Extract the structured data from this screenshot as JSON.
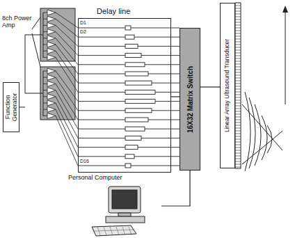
{
  "diagram": {
    "nodes": [
      {
        "text": [
          "Function Generator"
        ]
      },
      {
        "text": [
          "Delay line"
        ]
      },
      {
        "text": [
          "16X32 Matrix Switch"
        ]
      },
      {
        "text": [
          "Linear Array Ultrasound Transducer"
        ]
      },
      {
        "text": [
          "Personal Computer"
        ]
      }
    ],
    "edges": [
      {
        "from": 1,
        "to": 2,
        "arrow": "none"
      },
      {
        "from": 2,
        "to": 3,
        "arrow": "none"
      },
      {
        "from": 4,
        "to": 2,
        "arrow": "none"
      }
    ],
    "labels": [
      "8ch Power Amp",
      "D1",
      "D2",
      "D16"
    ]
  }
}
